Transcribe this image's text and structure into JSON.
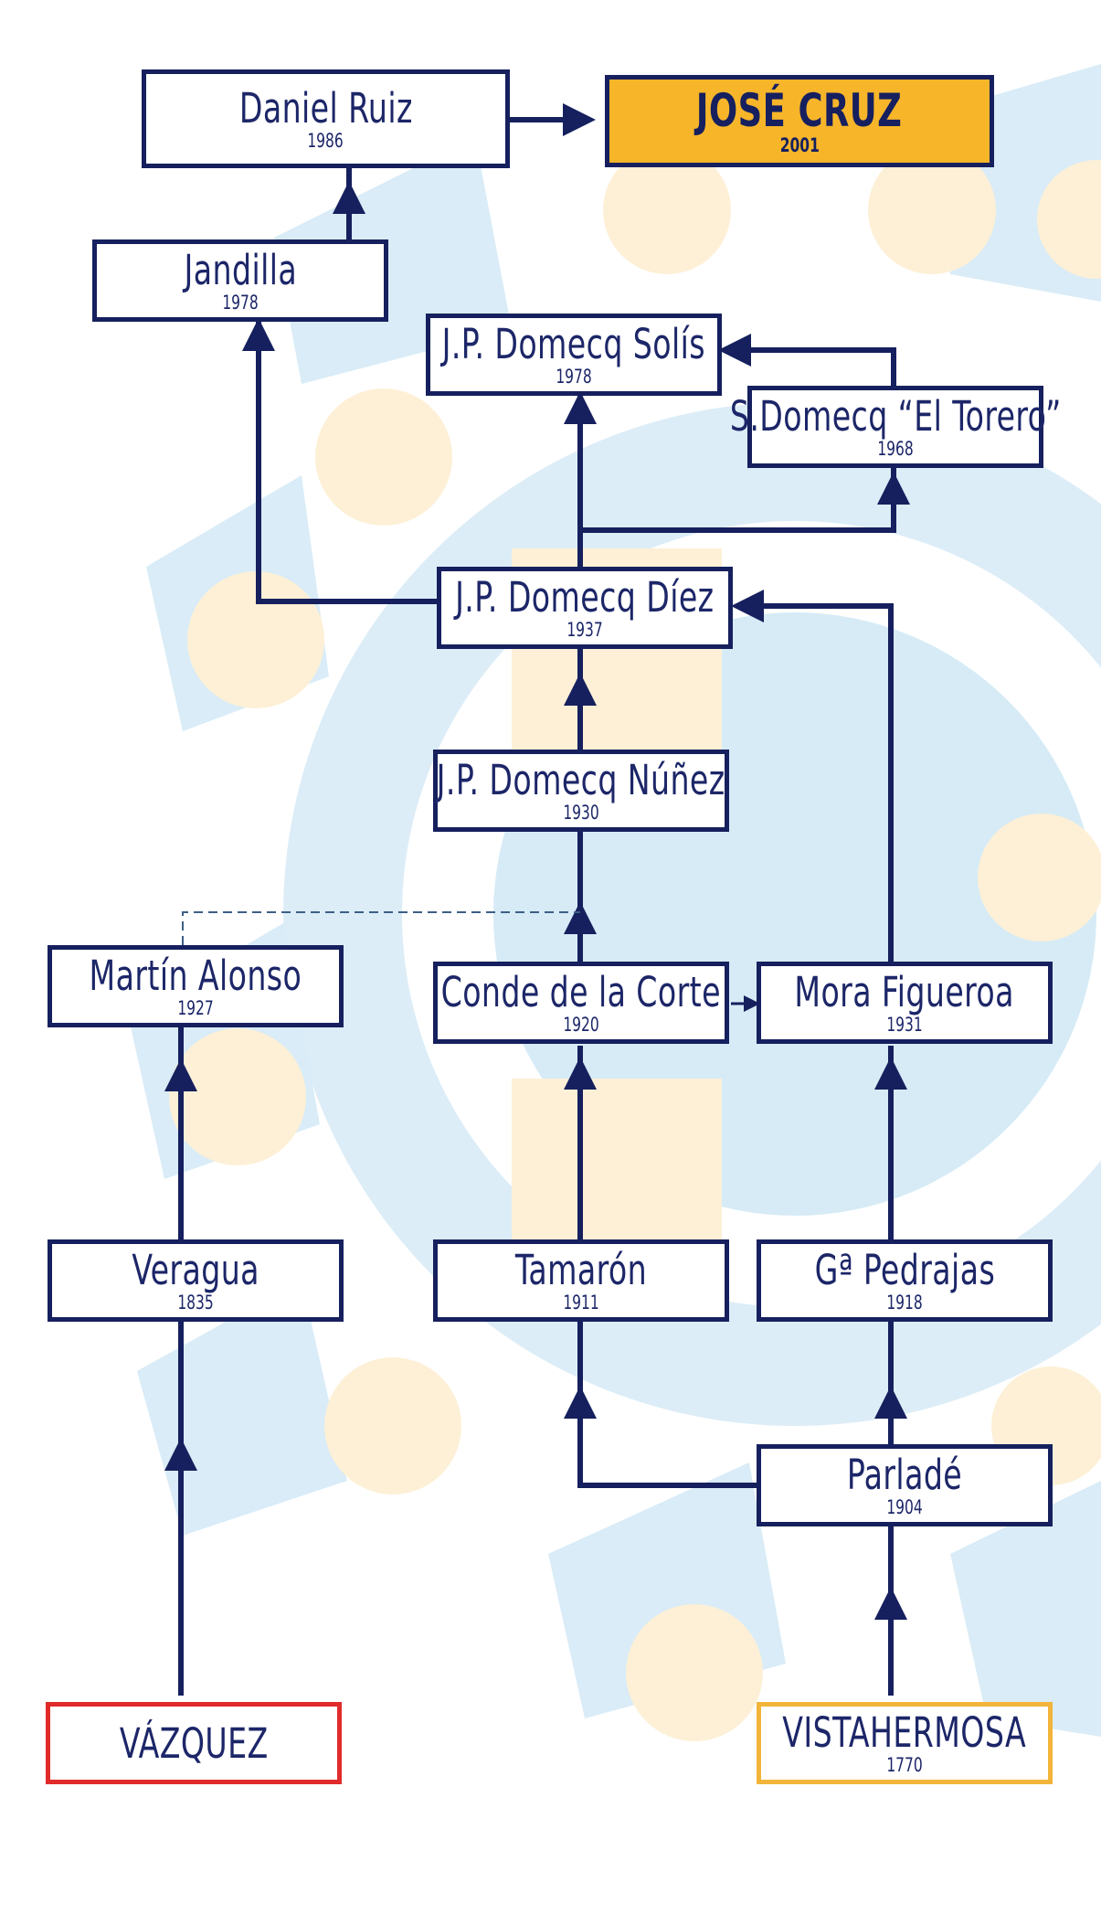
{
  "colors": {
    "line": "#16205e",
    "text": "#1c2668",
    "target_fill": "#f7b52a",
    "root_red": "#e12b2b",
    "root_gold": "#f2b53a",
    "bg_blue": "#d6ebf6",
    "bg_cream": "#fdf0d6"
  },
  "nodes": {
    "daniel_ruiz": {
      "name": "Daniel Ruiz",
      "year": "1986"
    },
    "jose_cruz": {
      "name": "JOSÉ CRUZ",
      "year": "2001"
    },
    "jandilla": {
      "name": "Jandilla",
      "year": "1978"
    },
    "jp_domecq_solis": {
      "name": "J.P. Domecq Solís",
      "year": "1978"
    },
    "s_domecq_el_torero": {
      "name": "S.Domecq “El Torero”",
      "year": "1968"
    },
    "jp_domecq_diez": {
      "name": "J.P. Domecq Díez",
      "year": "1937"
    },
    "jp_domecq_nunez": {
      "name": "J.P. Domecq Núñez",
      "year": "1930"
    },
    "martin_alonso": {
      "name": "Martín Alonso",
      "year": "1927"
    },
    "conde_de_la_corte": {
      "name": "Conde de la Corte",
      "year": "1920"
    },
    "mora_figueroa": {
      "name": "Mora Figueroa",
      "year": "1931"
    },
    "veragua": {
      "name": "Veragua",
      "year": "1835"
    },
    "tamaron": {
      "name": "Tamarón",
      "year": "1911"
    },
    "ga_pedrajas": {
      "name": "Gª Pedrajas",
      "year": "1918"
    },
    "parlade": {
      "name": "Parladé",
      "year": "1904"
    },
    "vazquez": {
      "name": "VÁZQUEZ",
      "year": ""
    },
    "vistahermosa": {
      "name": "VISTAHERMOSA",
      "year": "1770"
    }
  }
}
